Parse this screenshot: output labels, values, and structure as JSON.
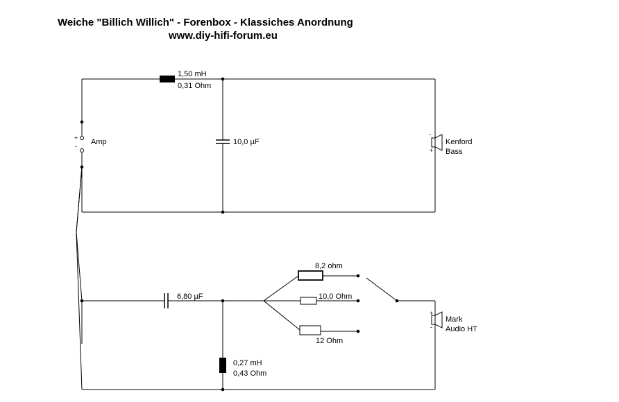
{
  "title": "Weiche  \"Billich Willich\" - Forenbox - Klassiches Anordnung",
  "website": "www.diy-hifi-forum.eu",
  "amp": {
    "label": "Amp",
    "plus": "+",
    "minus": "-"
  },
  "bass": {
    "inductor": {
      "value": "1,50 mH",
      "resistance": "0,31 Ohm"
    },
    "capacitor": {
      "value": "10,0 µF"
    },
    "speaker": {
      "line1": "Kenford",
      "line2": "Bass",
      "minus": "-",
      "plus": "+"
    }
  },
  "tweeter": {
    "capacitor": {
      "value": "6,80 µF"
    },
    "inductor": {
      "value": "0,27 mH",
      "resistance": "0,43 Ohm"
    },
    "resistors": [
      {
        "value": "8,2 ohm"
      },
      {
        "value": "10,0 Ohm"
      },
      {
        "value": "12 Ohm"
      }
    ],
    "speaker": {
      "line1": "Mark",
      "line2": "Audio HT",
      "plus": "+",
      "minus": "-"
    }
  }
}
